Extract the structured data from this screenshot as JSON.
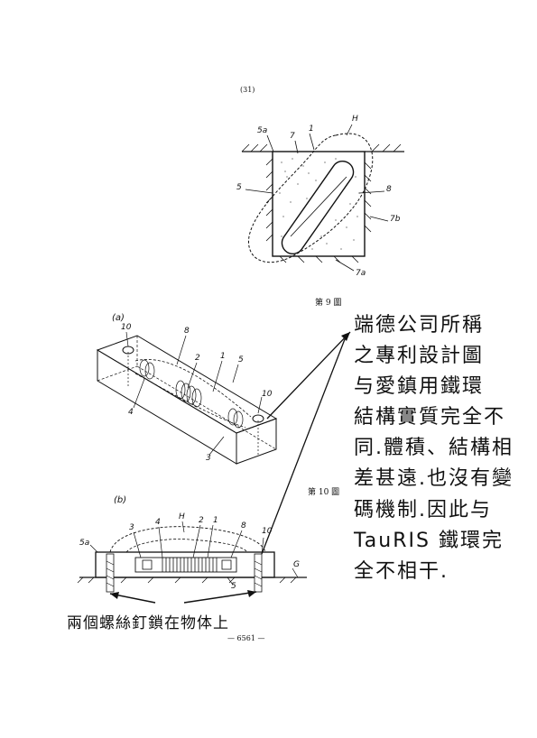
{
  "page_header": "(31)",
  "page_footer": "— 6561 —",
  "figure9": {
    "caption": "第 9 圖",
    "labels": {
      "l5a": "5a",
      "l7": "7",
      "l1": "1",
      "lH": "H",
      "l5": "5",
      "l8": "8",
      "l7b": "7b",
      "l7a": "7a"
    }
  },
  "figure10": {
    "caption": "第 10 圖",
    "part_a": {
      "tag": "(a)",
      "labels": {
        "l10a": "10",
        "l8": "8",
        "l2": "2",
        "l1": "1",
        "l5": "5",
        "l10b": "10",
        "l4": "4",
        "l3": "3"
      }
    },
    "part_b": {
      "tag": "(b)",
      "labels": {
        "l3": "3",
        "l4": "4",
        "lH": "H",
        "l2": "2",
        "l1": "1",
        "l8": "8",
        "l10": "10",
        "l5a": "5a",
        "lG": "G",
        "l5": "5"
      }
    }
  },
  "annotation_right": {
    "lines": [
      "端德公司所稱",
      "之專利設計圖",
      "与愛鎮用鐵環",
      "結構實質完全不",
      "同.體積、結構相",
      "差甚遠.也沒有變",
      "碼機制.因此与",
      "TauRIS 鐵環完",
      "全不相干."
    ]
  },
  "annotation_bottom": "兩個螺絲釘鎖在物体上"
}
